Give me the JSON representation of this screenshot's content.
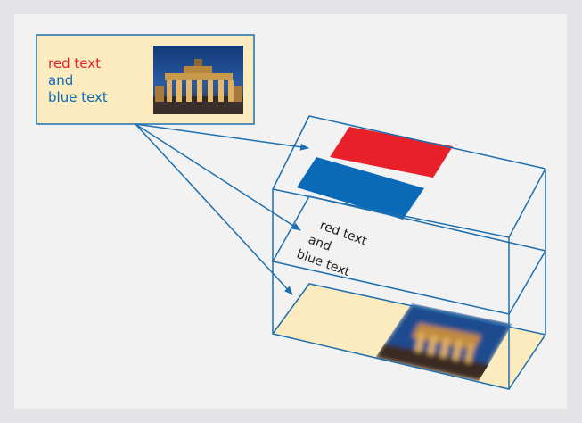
{
  "source_box": {
    "line1": "red text",
    "line2": "and",
    "line3": "blue text"
  },
  "text_layer": {
    "line1": "red text",
    "line2": "and",
    "line3": "blue text"
  },
  "colors": {
    "outline": "#1f6fae",
    "red": "#e8202a",
    "blue": "#0a6ab8",
    "beige": "#fbebbf",
    "canvas": "#f2f2f2",
    "frame": "#e4e4e6"
  },
  "icons": {
    "photo": "brandenburg-gate-photo",
    "blurred_photo": "blurred-brandenburg-gate-photo"
  }
}
